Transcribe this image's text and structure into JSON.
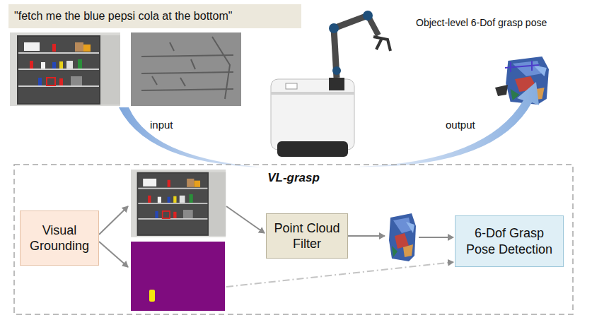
{
  "diagram": {
    "nodes": [
      {
        "text": [
          "\"fetch me the blue pepsi cola at the bottom\""
        ]
      },
      {
        "text": [
          "VL-grasp"
        ]
      },
      {
        "text": [
          "Visual Grounding"
        ],
        "in": 1
      },
      {
        "text": [
          "Point Cloud Filter"
        ],
        "in": 1
      },
      {
        "text": [
          "6-Dof Grasp Pose Detection"
        ],
        "in": 1
      }
    ],
    "labels": [
      "Object-level 6-Dof grasp pose",
      "input",
      "output"
    ]
  }
}
